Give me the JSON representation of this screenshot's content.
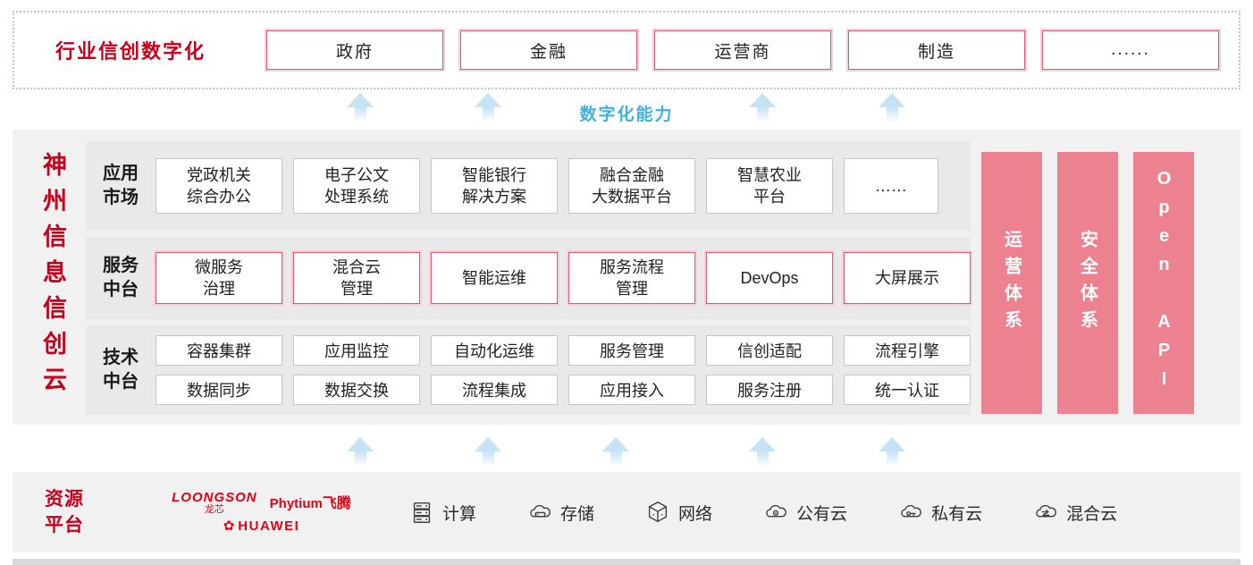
{
  "colors": {
    "accent_red": "#c9001c",
    "box_border_red": "#dc5a70",
    "side_bar_pink": "#ec8290",
    "capability_blue": "#3eb1e1",
    "logo_red": "#e60012"
  },
  "top_band": {
    "title": "行业信创数字化",
    "items": [
      "政府",
      "金融",
      "运营商",
      "制造",
      "......"
    ]
  },
  "capability_label": "数字化能力",
  "main": {
    "vertical_title": "神州信息信创云",
    "app_row": {
      "label": [
        "应用",
        "市场"
      ],
      "items": [
        [
          "党政机关",
          "综合办公"
        ],
        [
          "电子公文",
          "处理系统"
        ],
        [
          "智能银行",
          "解决方案"
        ],
        [
          "融合金融",
          "大数据平台"
        ],
        [
          "智慧农业",
          "平台"
        ],
        [
          "……"
        ]
      ]
    },
    "service_row": {
      "label": [
        "服务",
        "中台"
      ],
      "items": [
        [
          "微服务",
          "治理"
        ],
        [
          "混合云",
          "管理"
        ],
        [
          "智能运维"
        ],
        [
          "服务流程",
          "管理"
        ],
        [
          "DevOps"
        ],
        [
          "大屏展示"
        ]
      ]
    },
    "tech_row": {
      "label": [
        "技术",
        "中台"
      ],
      "items_top": [
        "容器集群",
        "应用监控",
        "自动化运维",
        "服务管理",
        "信创适配",
        "流程引擎"
      ],
      "items_bottom": [
        "数据同步",
        "数据交换",
        "流程集成",
        "应用接入",
        "服务注册",
        "统一认证"
      ]
    },
    "side_bars": [
      "运营体系",
      "安全体系",
      "Open API"
    ]
  },
  "resource": {
    "label": [
      "资源",
      "平台"
    ],
    "logos": {
      "loongson": "LOONGSON",
      "loongson_sub": "龙芯",
      "phytium": "Phytium",
      "phytium_sub": "飞腾",
      "huawei": "HUAWEI",
      "huawei_flower_glyph": "✿"
    },
    "items": [
      {
        "icon": "compute-icon",
        "label": "计算"
      },
      {
        "icon": "storage-icon",
        "label": "存储"
      },
      {
        "icon": "network-icon",
        "label": "网络"
      },
      {
        "icon": "public-cloud-icon",
        "label": "公有云"
      },
      {
        "icon": "private-cloud-icon",
        "label": "私有云"
      },
      {
        "icon": "hybrid-cloud-icon",
        "label": "混合云"
      }
    ]
  }
}
